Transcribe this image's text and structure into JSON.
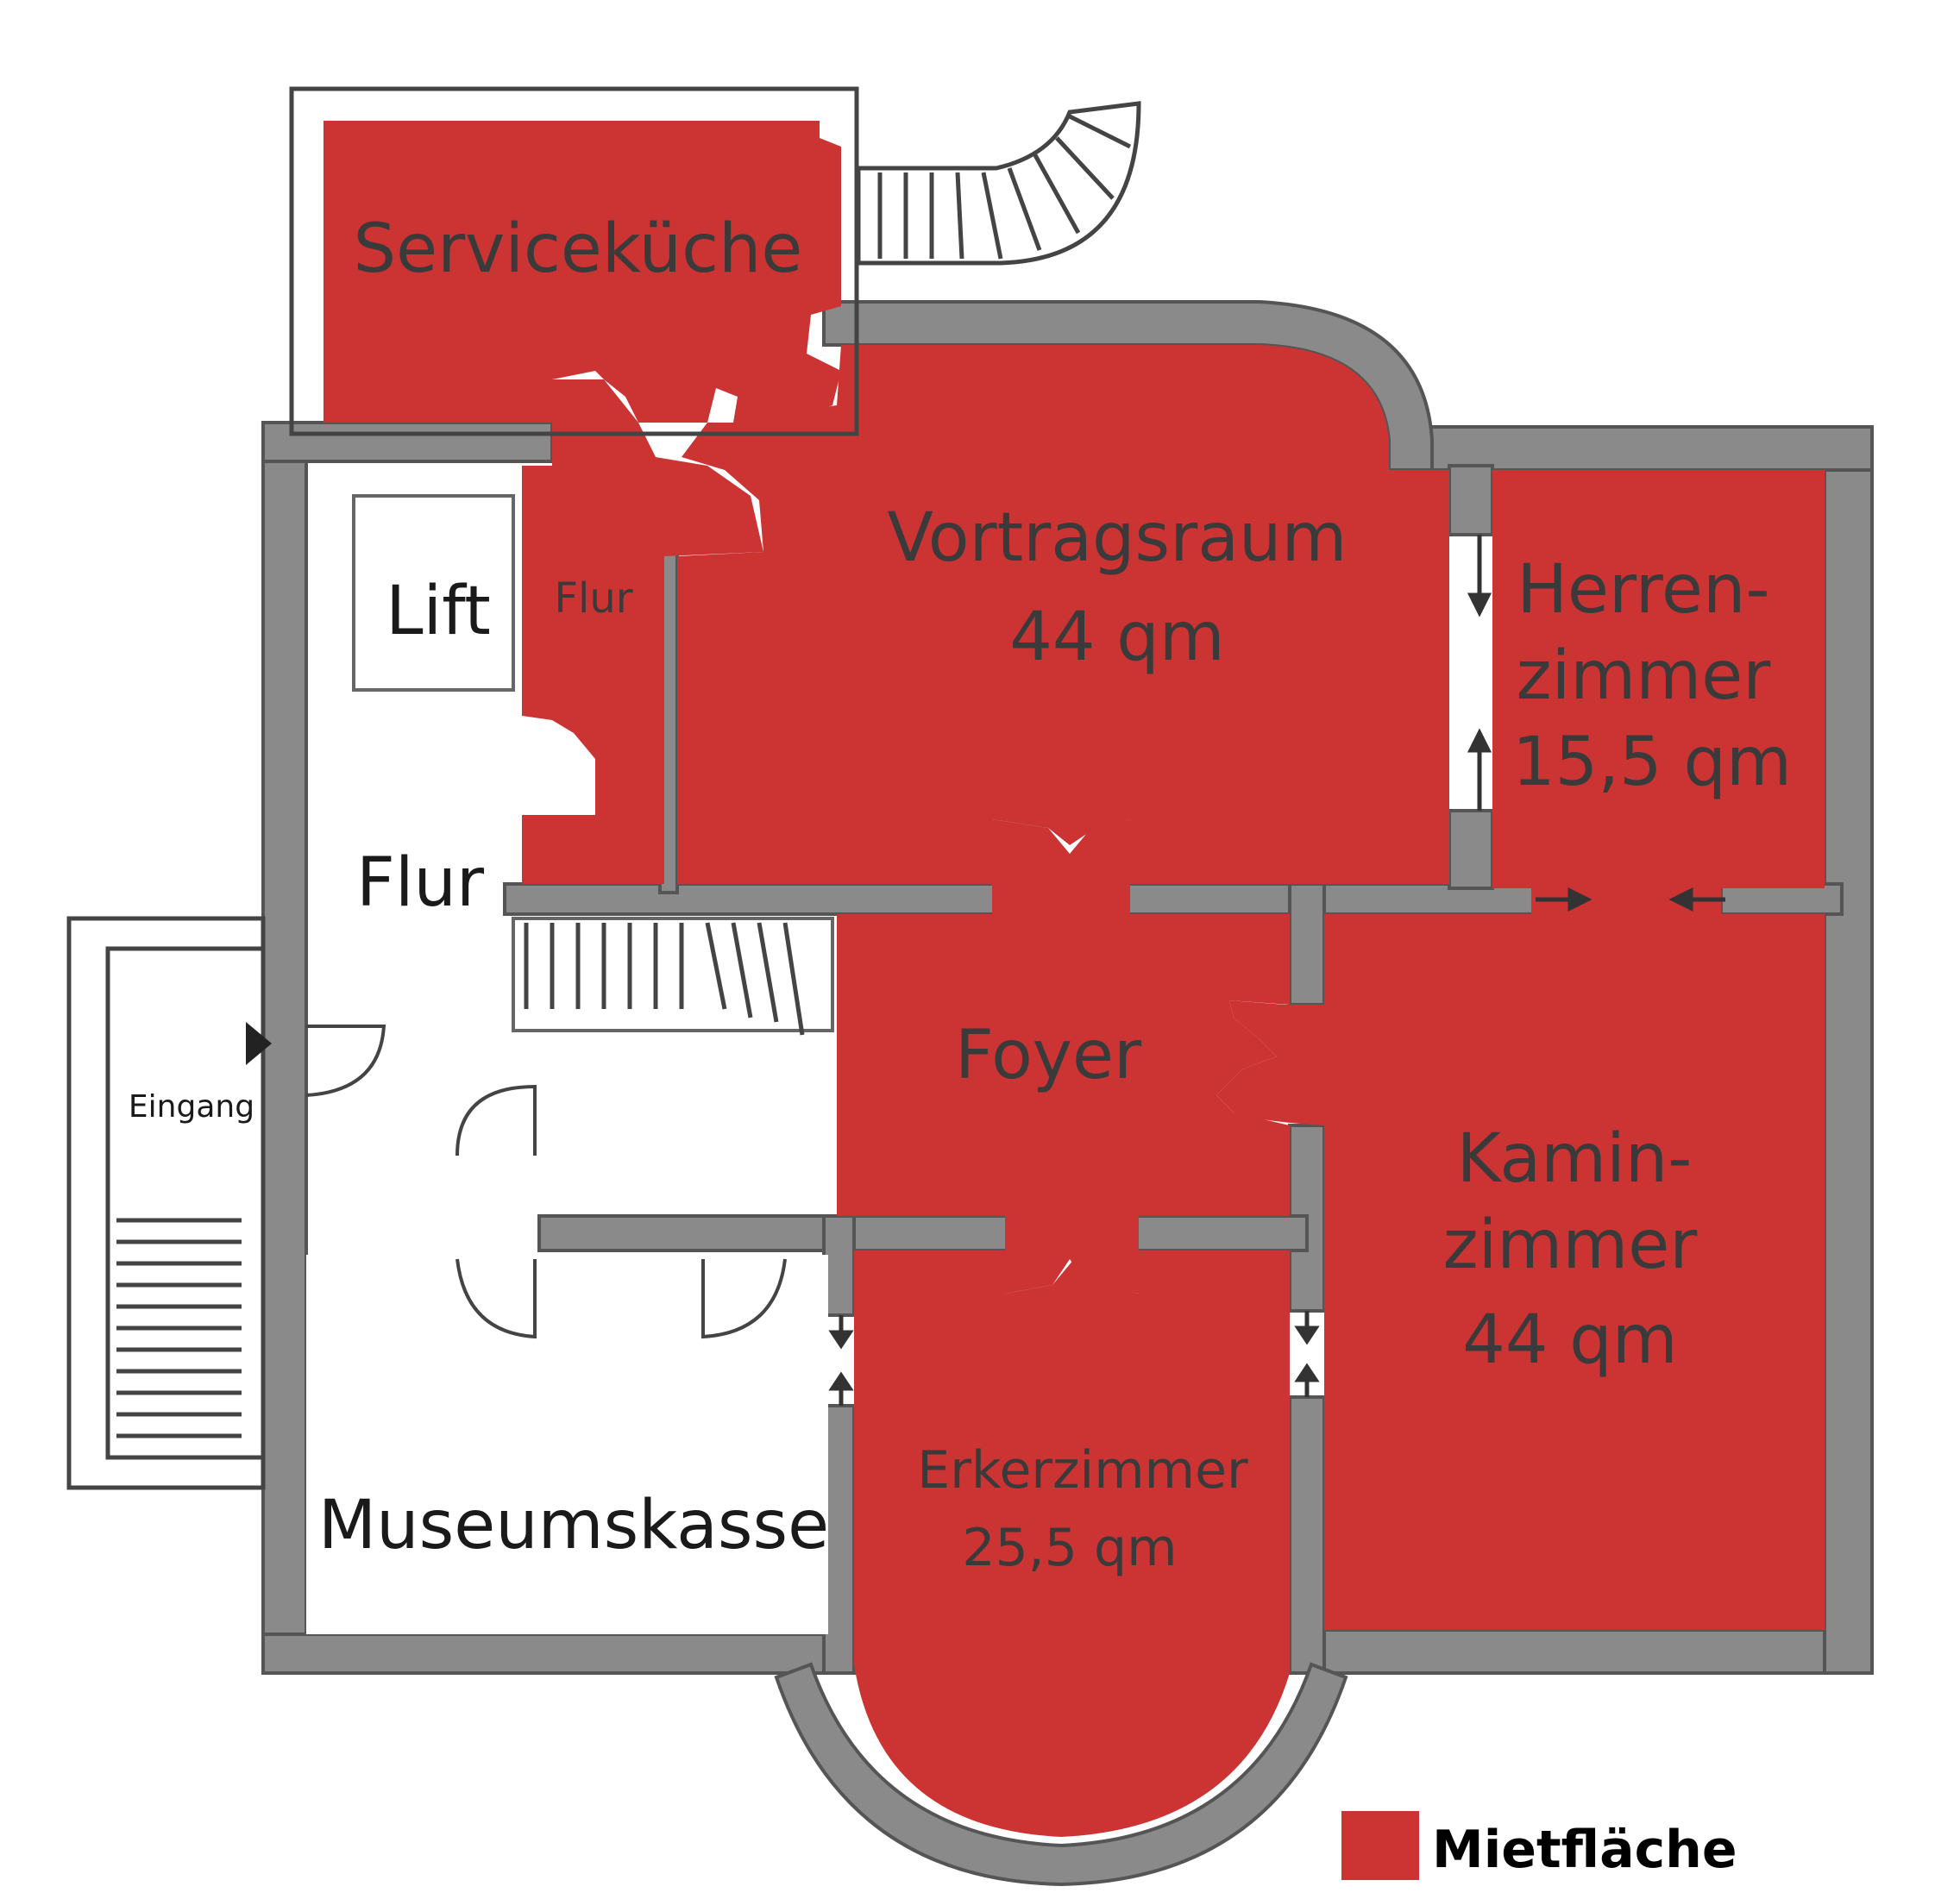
{
  "colors": {
    "rental": "#cc3333",
    "wall": "#8a8a8a",
    "wall_edge": "#555555",
    "text": "#3a3a3a",
    "background": "#ffffff"
  },
  "rooms": {
    "servicekueche": "Serviceküche",
    "flur_small": "Flur",
    "lift": "Lift",
    "flur_main": "Flur",
    "vortragsraum_name": "Vortragsraum",
    "vortragsraum_area": "44 qm",
    "herren_line1": "Herren-",
    "herren_line2": "zimmer",
    "herren_area": "15,5 qm",
    "foyer": "Foyer",
    "kamin_line1": "Kamin-",
    "kamin_line2": "zimmer",
    "kamin_area": "44 qm",
    "erker_name": "Erkerzimmer",
    "erker_area": "25,5 qm",
    "museumskasse": "Museumskasse",
    "eingang": "Eingang"
  },
  "legend": {
    "label": "Mietfläche"
  }
}
